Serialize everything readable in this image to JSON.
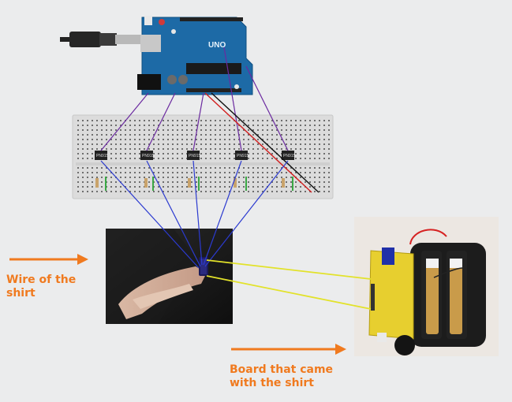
{
  "accent_color": "#f07a1f",
  "labels": {
    "shirt_wire": "Wire of the\nshirt",
    "board": "Board that came\nwith the shirt"
  },
  "arduino": {
    "brand_text": "UNO"
  },
  "breadboard": {
    "component_count": 5
  },
  "photos": {
    "hand_icon": "hand-holding-connector-photo",
    "board_icon": "circuit-board-with-batteries-photo"
  }
}
